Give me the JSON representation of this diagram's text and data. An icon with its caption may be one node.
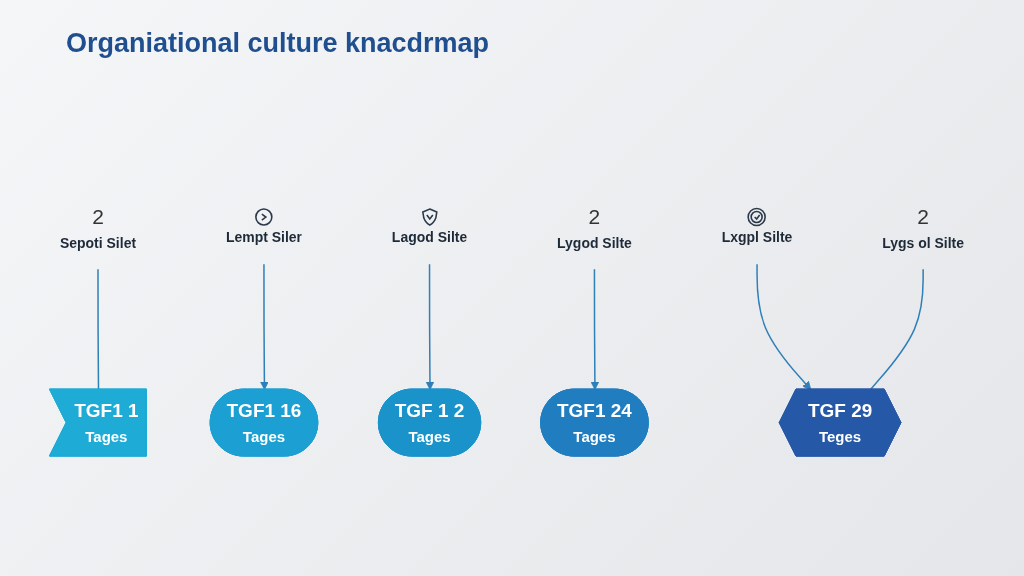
{
  "diagram": {
    "title": "Organiational culture knacdrmap",
    "nodes": [
      {
        "text": [
          "TGF1 1",
          "Tages"
        ]
      },
      {
        "text": [
          "TGF1 16",
          "Tages"
        ]
      },
      {
        "text": [
          "TGF 1 2",
          "Tages"
        ]
      },
      {
        "text": [
          "TGF1 24",
          "Tages"
        ]
      },
      {
        "text": [
          "TGF 29",
          "Teges"
        ]
      },
      {
        "text": [
          "2",
          "Sepoti Silet"
        ]
      },
      {
        "text": [
          "Lempt Siler"
        ]
      },
      {
        "text": [
          "Lagod Silte"
        ]
      },
      {
        "text": [
          "2",
          "Lygod Silte"
        ]
      },
      {
        "text": [
          "Lxgpl Silte"
        ]
      },
      {
        "text": [
          "2",
          "Lygs ol Silte"
        ]
      }
    ],
    "edges": [
      {
        "from": 5,
        "to": 0,
        "arrow": "none"
      },
      {
        "from": 6,
        "to": 1,
        "arrow": "to"
      },
      {
        "from": 7,
        "to": 2,
        "arrow": "to"
      },
      {
        "from": 8,
        "to": 3,
        "arrow": "to"
      },
      {
        "from": 9,
        "to": 4,
        "arrow": "to"
      },
      {
        "from": 10,
        "to": 4,
        "arrow": "none"
      }
    ]
  }
}
